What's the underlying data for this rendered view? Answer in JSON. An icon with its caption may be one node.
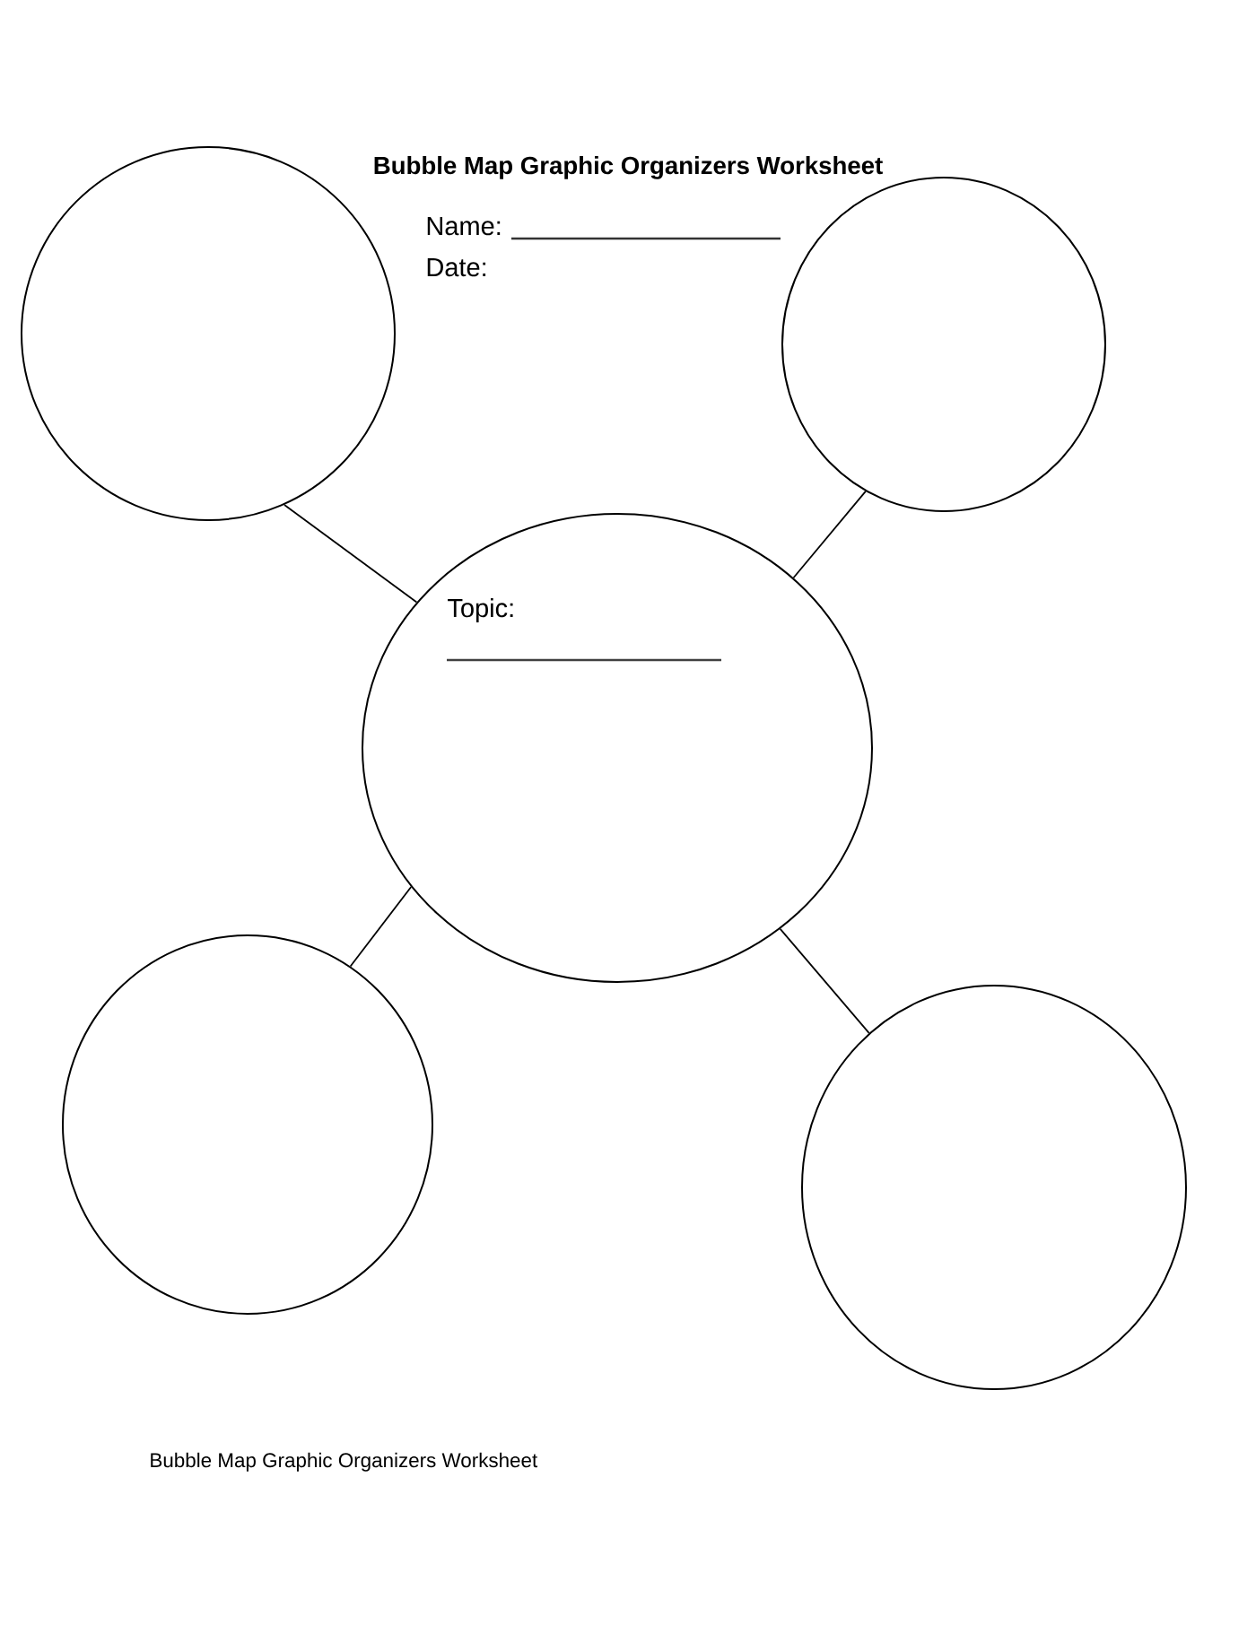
{
  "diagram": {
    "title": "Bubble Map Graphic Organizers Worksheet",
    "nodes": [
      {
        "text": [],
        "shape": "circle"
      },
      {
        "text": [],
        "shape": "circle"
      },
      {
        "text": [
          "Topic:"
        ]
      },
      {
        "text": [],
        "shape": "circle"
      },
      {
        "text": [],
        "shape": "circle"
      }
    ],
    "edges": [
      {
        "from": 2,
        "to": 0,
        "arrow": "none"
      },
      {
        "from": 2,
        "to": 1,
        "arrow": "none"
      },
      {
        "from": 2,
        "to": 3,
        "arrow": "none"
      },
      {
        "from": 2,
        "to": 4,
        "arrow": "none"
      }
    ],
    "labels": [
      "Name:",
      "Date:"
    ],
    "caption": "Bubble Map Graphic Organizers Worksheet"
  }
}
